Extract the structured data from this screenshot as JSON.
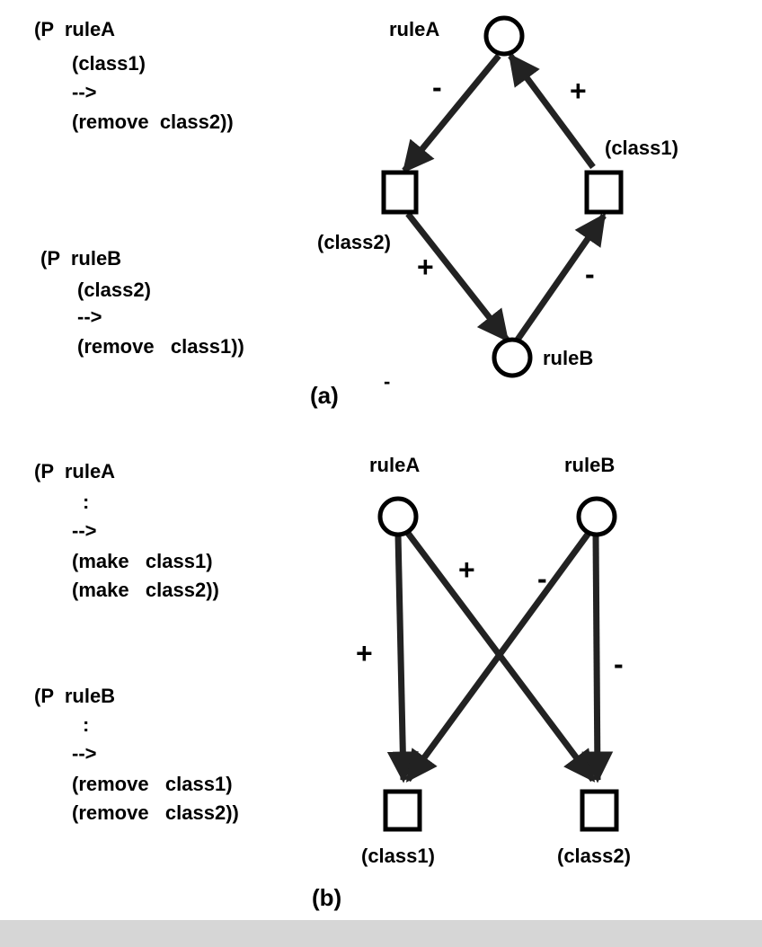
{
  "panel_a": {
    "code_rule_a": [
      "(P  ruleA",
      "(class1)",
      "-->",
      "(remove  class2))"
    ],
    "code_rule_b": [
      "(P  ruleB",
      "(class2)",
      "-->",
      "(remove   class1))"
    ],
    "node_rule_a": "ruleA",
    "node_rule_b": "ruleB",
    "node_class1": "(class1)",
    "node_class2": "(class2)",
    "sign_a_to_c2": "-",
    "sign_c1_to_a": "+",
    "sign_c2_to_b": "+",
    "sign_b_to_c1": "-",
    "caption": "(a)",
    "stray_mark": "-"
  },
  "panel_b": {
    "code_rule_a": [
      "(P  ruleA",
      ":",
      "-->",
      "(make   class1)",
      "(make   class2))"
    ],
    "code_rule_b": [
      "(P  ruleB",
      ":",
      "-->",
      "(remove   class1)",
      "(remove   class2))"
    ],
    "node_rule_a": "ruleA",
    "node_rule_b": "ruleB",
    "node_class1": "(class1)",
    "node_class2": "(class2)",
    "sign_a_to_c1": "+",
    "sign_a_to_c2": "+",
    "sign_b_to_c1": "-",
    "sign_b_to_c2": "-",
    "caption": "(b)"
  }
}
